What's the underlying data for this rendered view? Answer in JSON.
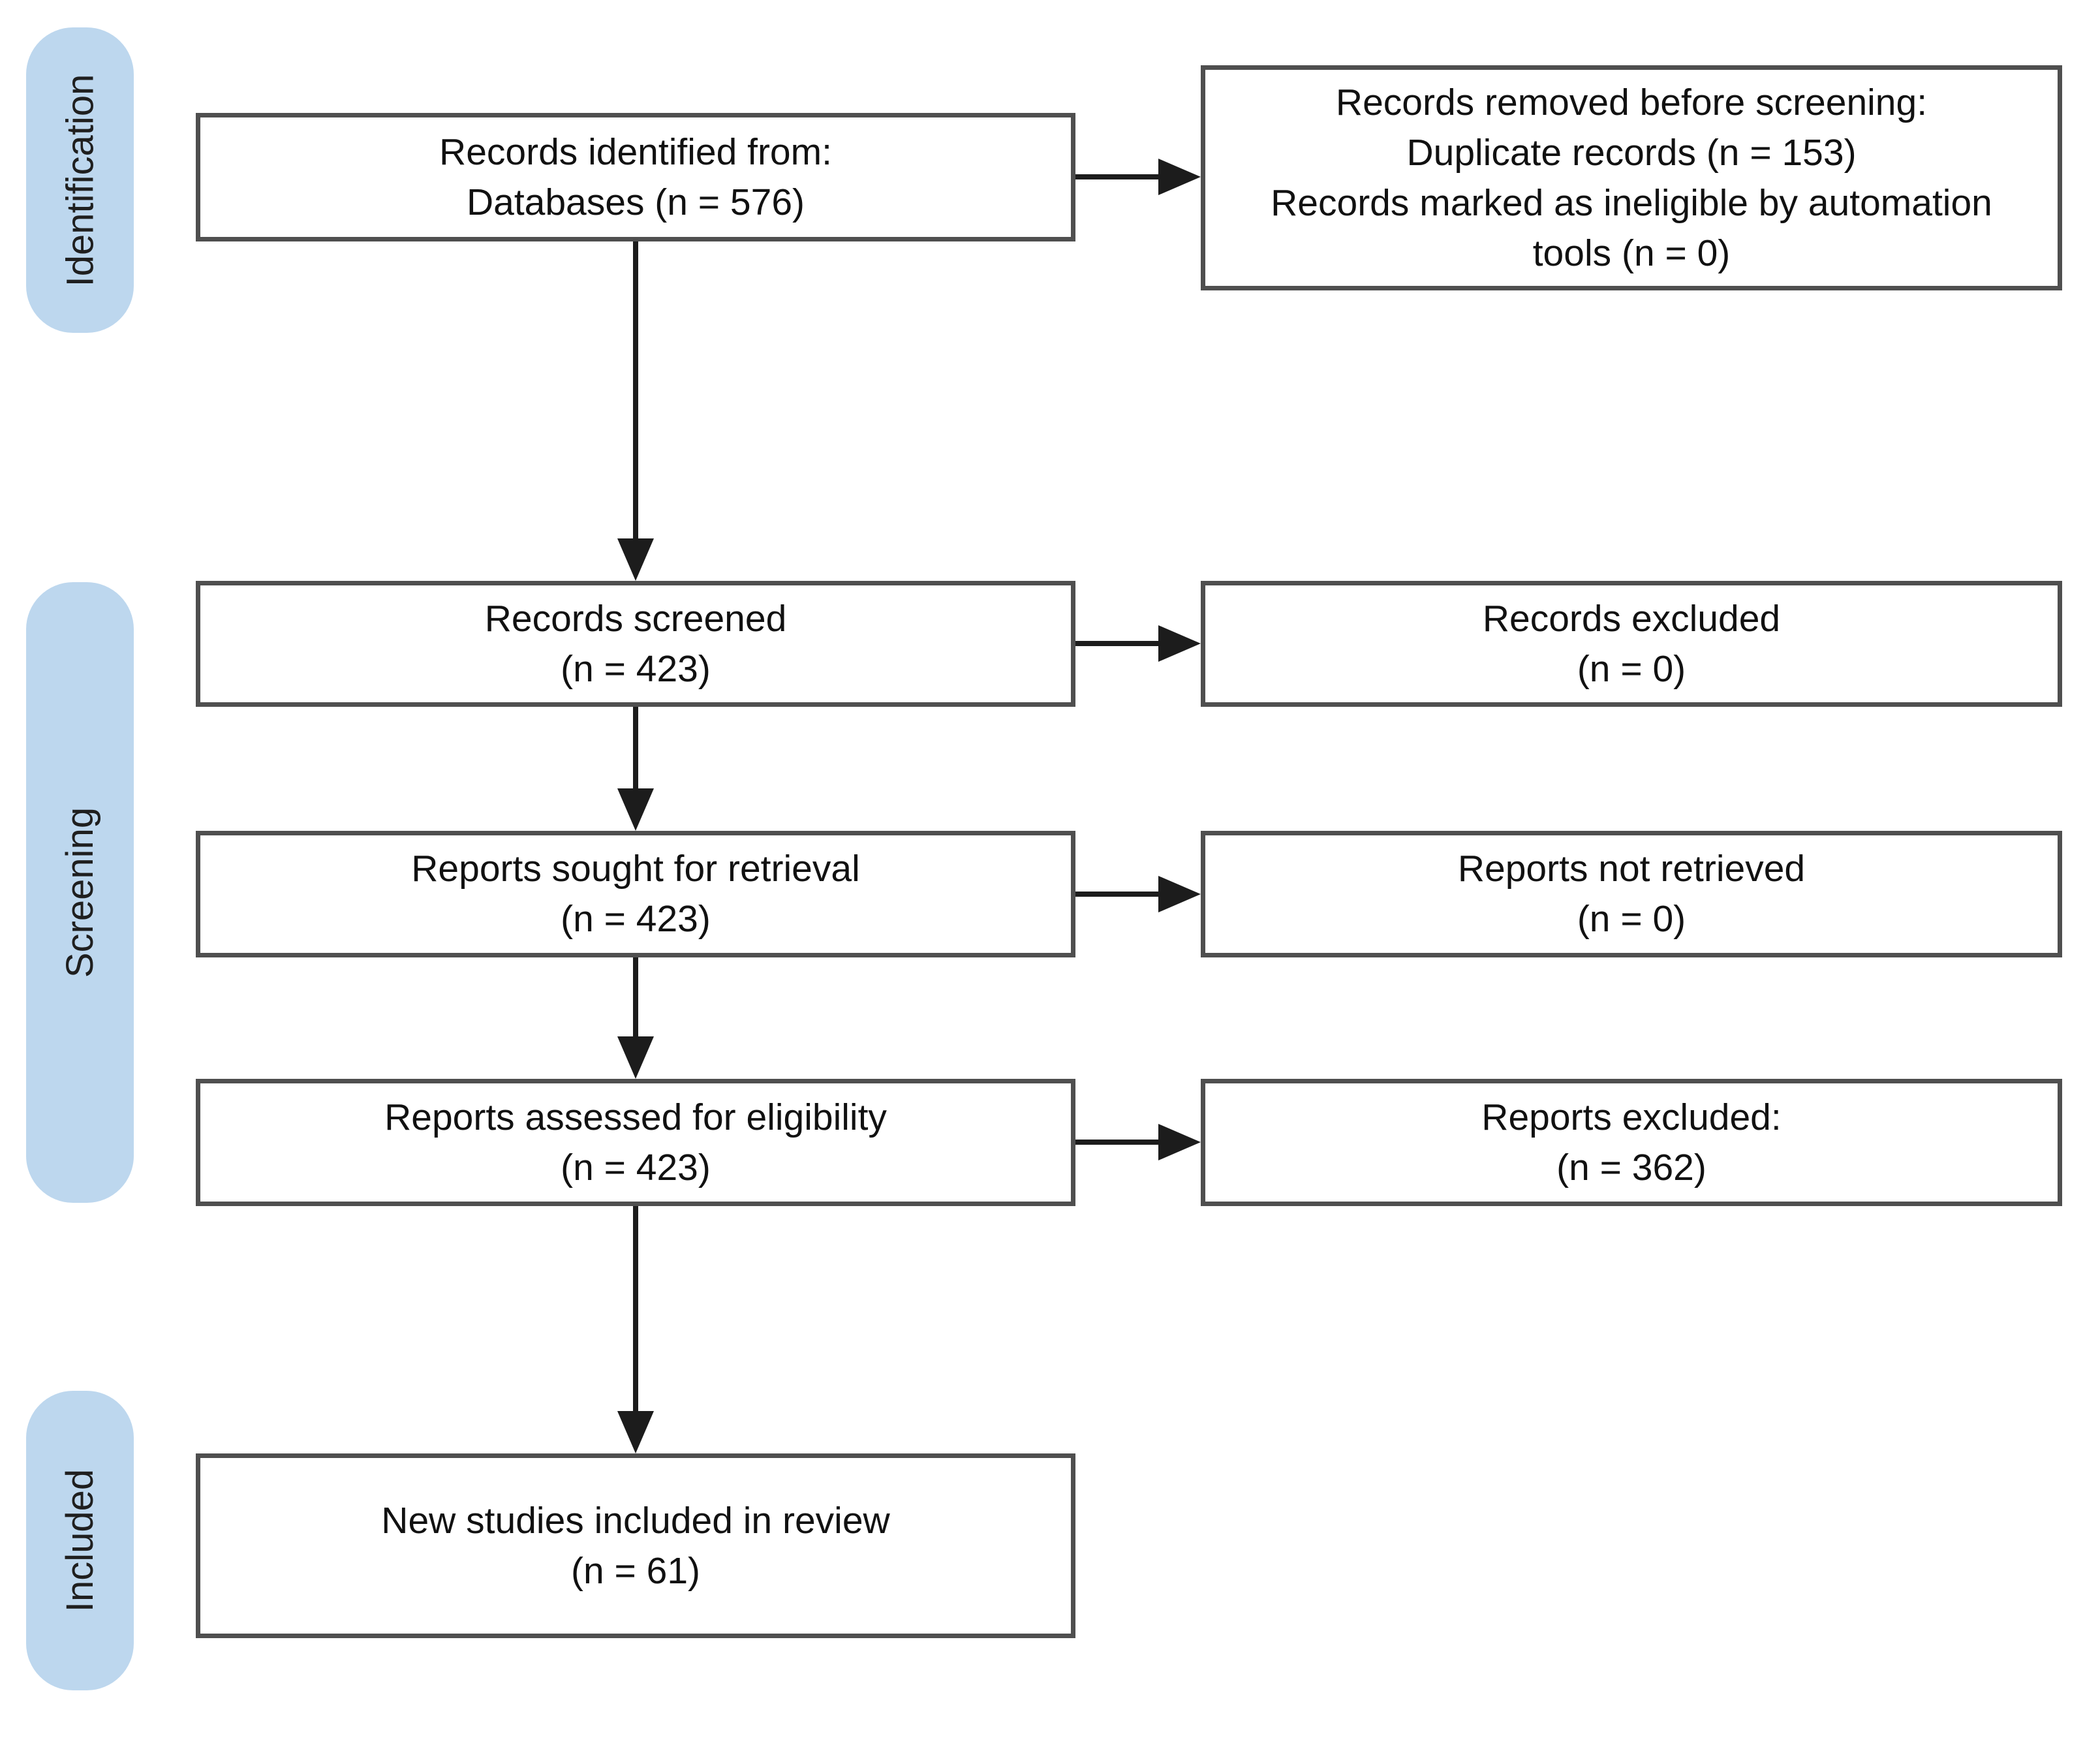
{
  "flow": {
    "stages": [
      {
        "label": "Identification"
      },
      {
        "label": "Screening"
      },
      {
        "label": "Included"
      }
    ],
    "boxes": {
      "identified": {
        "lines": [
          "Records identified from:",
          "Databases (n = 576)"
        ]
      },
      "removed": {
        "lines": [
          "Records removed before screening:",
          "Duplicate records (n = 153)",
          "Records marked as ineligible by automation",
          "tools (n = 0)"
        ]
      },
      "screened": {
        "lines": [
          "Records screened",
          "(n = 423)"
        ]
      },
      "records_excluded": {
        "lines": [
          "Records excluded",
          "(n = 0)"
        ]
      },
      "sought": {
        "lines": [
          "Reports sought for retrieval",
          "(n = 423)"
        ]
      },
      "not_retrieved": {
        "lines": [
          "Reports not retrieved",
          "(n = 0)"
        ]
      },
      "assessed": {
        "lines": [
          "Reports assessed for eligibility",
          "(n = 423)"
        ]
      },
      "reports_excluded": {
        "lines": [
          "Reports excluded:",
          "(n = 362)"
        ]
      },
      "new_studies": {
        "lines": [
          "New studies included in review",
          "(n = 61)"
        ]
      }
    },
    "colors": {
      "stage_fill": "#BDD7EE",
      "box_fill": "#FFFFFF",
      "box_border": "#4F4F4F",
      "arrow": "#1C1C1C",
      "text": "#111111"
    }
  }
}
